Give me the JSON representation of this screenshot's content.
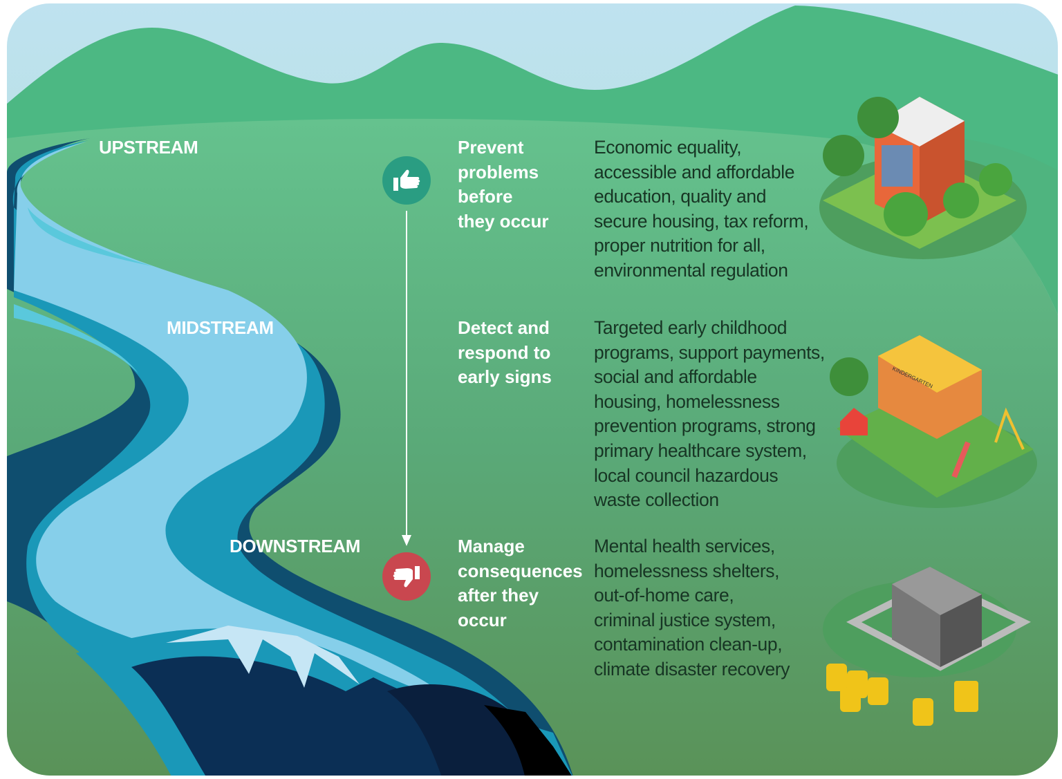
{
  "stages": {
    "upstream": "UPSTREAM",
    "midstream": "MIDSTREAM",
    "downstream": "DOWNSTREAM"
  },
  "rows": [
    {
      "heading": [
        "Prevent",
        "problems",
        "before",
        "they occur"
      ],
      "icon": "thumbs-up-icon",
      "description": [
        "Economic equality,",
        "accessible and affordable",
        "education, quality and",
        "secure housing, tax reform,",
        "proper nutrition for all,",
        "environmental regulation"
      ]
    },
    {
      "heading": [
        "Detect and",
        "respond to",
        "early signs"
      ],
      "description": [
        "Targeted early childhood",
        "programs, support payments,",
        "social and affordable",
        "housing, homelessness",
        "prevention programs, strong",
        "primary healthcare system,",
        "local council hazardous",
        "waste collection"
      ]
    },
    {
      "heading": [
        "Manage",
        "consequences",
        "after they",
        "occur"
      ],
      "icon": "thumbs-down-icon",
      "description": [
        "Mental health services,",
        "homelessness shelters,",
        "out-of-home care,",
        "criminal justice system,",
        "contamination clean-up,",
        "climate disaster recovery"
      ]
    }
  ],
  "illustration_text": {
    "school_sign": "KINDERGARTEN"
  },
  "colors": {
    "upstream_icon": "#2a9d82",
    "downstream_icon": "#c9474f",
    "river_light": "#84cde9",
    "river_dark": "#0e4d6e",
    "field": "#5fb985"
  }
}
